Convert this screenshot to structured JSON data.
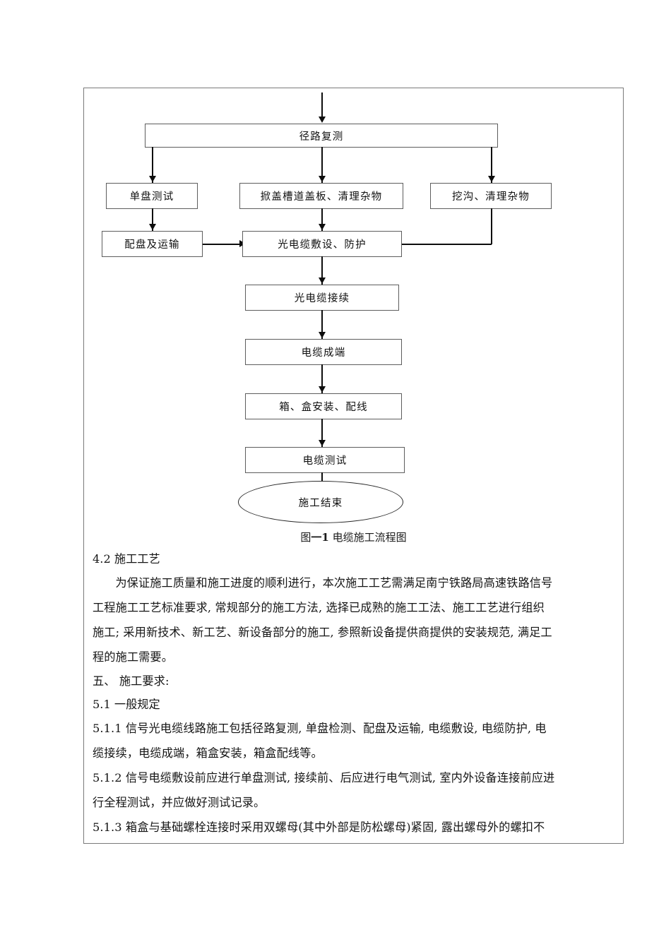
{
  "document": {
    "figure": {
      "caption_prefix": "图",
      "caption_number": "一1",
      "caption_title": "电缆施工流程图",
      "nodes": {
        "start_flow_in": "",
        "n1": "径路复测",
        "n2": "单盘测试",
        "n3": "掀盖槽道盖板、清理杂物",
        "n4": "挖沟、清理杂物",
        "n5": "配盘及运输",
        "n6": "光电缆敷设、防护",
        "n7": "光电缆接续",
        "n8": "电缆成端",
        "n9": "箱、盒安装、配线",
        "n10": "电缆测试",
        "n11": "施工结束"
      }
    },
    "sections": {
      "s42_heading": "4.2 施工工艺",
      "s42_para": [
        "为保证施工质量和施工进度的顺利进行，本次施工工艺需满足南宁铁路局高速铁路信号",
        "工程施工工艺标准要求, 常规部分的施工方法, 选择已成熟的施工工法、施工工艺进行组织",
        "施工; 采用新技术、新工艺、新设备部分的施工, 参照新设备提供商提供的安装规范, 满足工",
        "程的施工需要。"
      ],
      "s5_heading": "五、    施工要求:",
      "s51_heading": "5.1 一般规定",
      "s511": [
        "5.1.1 信号光电缆线路施工包括径路复测, 单盘检测、配盘及运输, 电缆敷设, 电缆防护, 电",
        "缆接续，电缆成端，箱盒安装，箱盒配线等。"
      ],
      "s512": [
        "5.1.2 信号电缆敷设前应进行单盘测试, 接续前、后应进行电气测试, 室内外设备连接前应进",
        "行全程测试，并应做好测试记录。"
      ],
      "s513": [
        "5.1.3 箱盒与基础螺栓连接时采用双螺母(其中外部是防松螺母)紧固, 露出螺母外的螺扣不"
      ]
    }
  },
  "colors": {
    "frame_border": "#7a7a7a",
    "box_border": "#5d5d5d",
    "connector": "#0d0d0d",
    "text": "#151515",
    "page_background": "#ffffff"
  }
}
